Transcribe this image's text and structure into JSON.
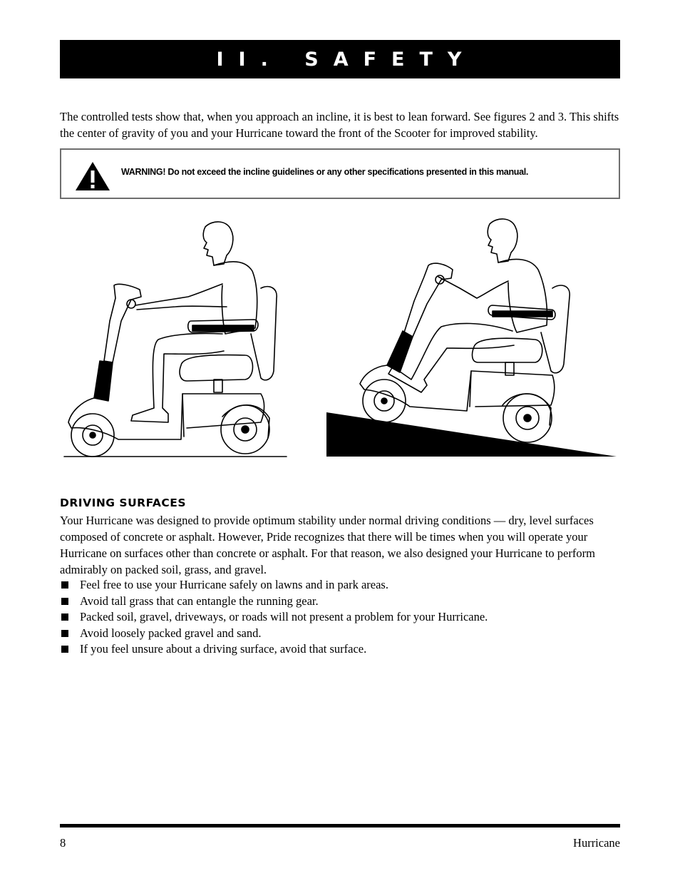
{
  "header": {
    "title": "II. SAFETY"
  },
  "intro": {
    "text": "The controlled tests show that, when you approach an incline, it is best to lean forward. See figures 2 and 3. This shifts  the center of gravity of you and your Hurricane toward the front of the Scooter for improved stability."
  },
  "warning": {
    "icon": "warning-triangle-icon",
    "text": "WARNING! Do not exceed the incline guidelines or any other specifications presented in this manual."
  },
  "figures": {
    "figure_level": "scooter-rider-level-ground",
    "figure_incline": "scooter-rider-leaning-forward-incline"
  },
  "driving_surfaces": {
    "heading": "DRIVING SURFACES",
    "paragraph": "Your Hurricane was designed to provide optimum stability under normal driving conditions — dry, level surfaces composed of concrete or asphalt. However, Pride recognizes that there will be times when you will operate your Hurricane on surfaces other than concrete or asphalt. For that reason, we also designed your Hurricane to perform admirably on packed soil, grass, and gravel.",
    "bullets": [
      "Feel free to use your Hurricane safely on lawns and in park areas.",
      "Avoid tall grass that can entangle the running gear.",
      "Packed soil, gravel, driveways, or roads will not present a  problem for your Hurricane.",
      "Avoid loosely packed gravel and sand.",
      "If you feel unsure about a driving surface, avoid that surface."
    ]
  },
  "footer": {
    "page_number": "8",
    "product": "Hurricane"
  }
}
